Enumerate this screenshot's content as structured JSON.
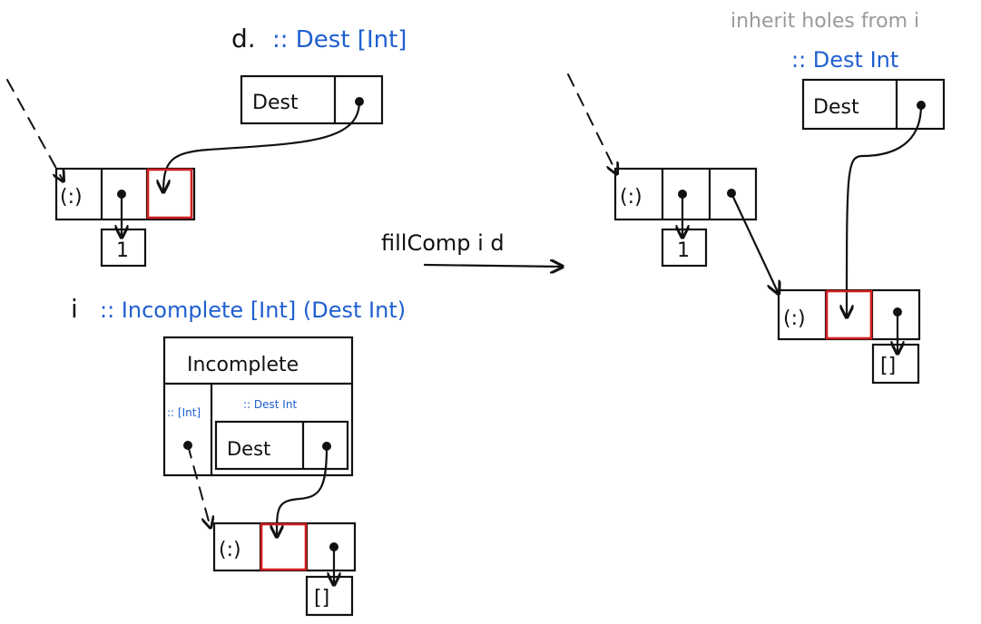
{
  "labels": {
    "d_var": "d.",
    "d_type": ":: Dest [Int]",
    "dest_ctor": "Dest",
    "cons_ctor": "(:)",
    "elem_one": "1",
    "nil": "[]",
    "i_var": "i",
    "i_type": ":: Incomplete [Int] (Dest Int)",
    "incomplete_ctor": "Incomplete",
    "field_list_type": ":: [Int]",
    "field_dest_type": ":: Dest Int",
    "operation": "fillComp i d",
    "inherit_note": "inherit holes from i",
    "result_d_type": ":: Dest Int"
  },
  "colors": {
    "ink": "#111111",
    "type_annotation": "#1f5fd0",
    "hole": "#d21f1f",
    "note": "#9a9a9a"
  }
}
